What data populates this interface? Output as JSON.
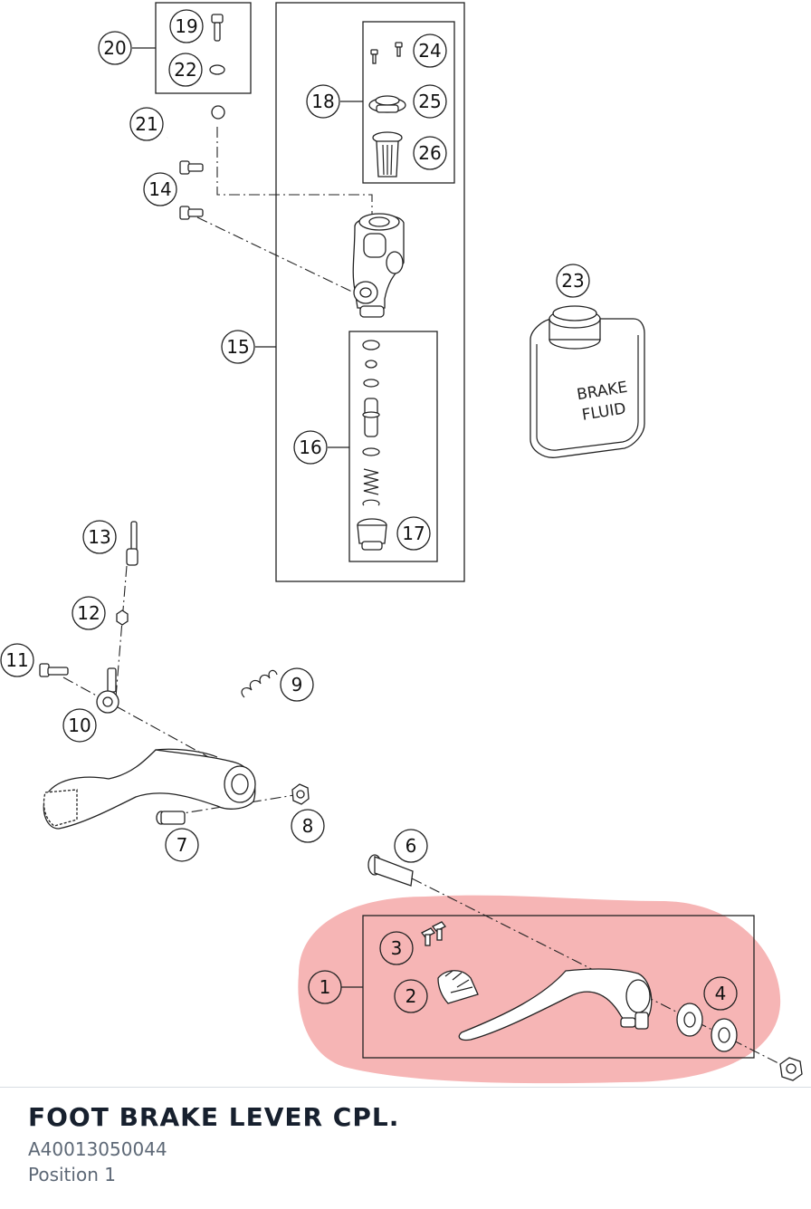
{
  "diagram": {
    "callouts": [
      "1",
      "2",
      "3",
      "4",
      "6",
      "7",
      "8",
      "9",
      "10",
      "11",
      "12",
      "13",
      "14",
      "15",
      "16",
      "17",
      "18",
      "19",
      "20",
      "21",
      "22",
      "23",
      "24",
      "25",
      "26"
    ],
    "bottle_label_line1": "BRAKE",
    "bottle_label_line2": "FLUID",
    "highlight_color": "#f4a0a0"
  },
  "part": {
    "title": "FOOT BRAKE LEVER CPL.",
    "number": "A40013050044",
    "position": "Position 1"
  }
}
